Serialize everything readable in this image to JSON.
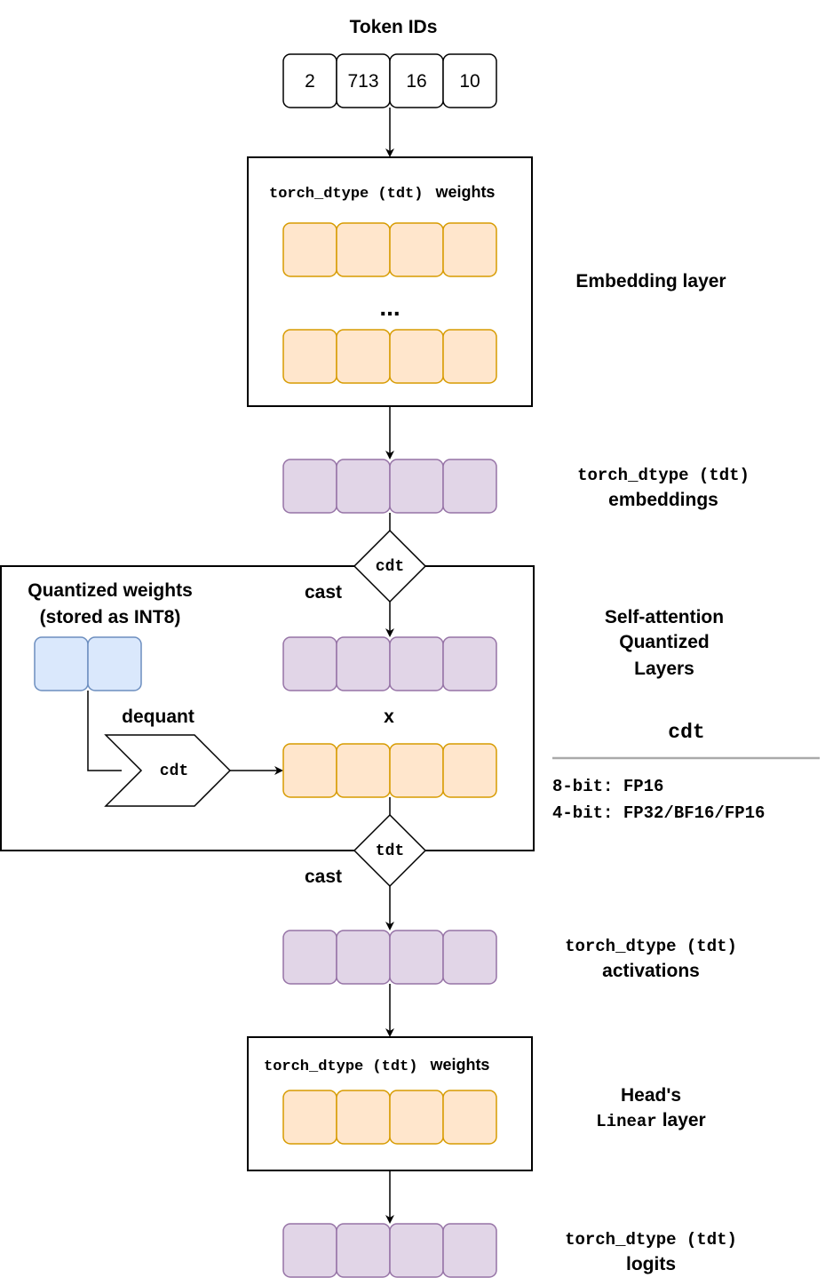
{
  "token_ids": {
    "title": "Token IDs",
    "values": [
      "2",
      "713",
      "16",
      "10"
    ]
  },
  "embedding": {
    "box_label_code": "torch_dtype (tdt)",
    "box_label_text": "weights",
    "ellipsis": "...",
    "side_label": "Embedding layer"
  },
  "embeddings_out": {
    "label_code": "torch_dtype (tdt)",
    "label_text": "embeddings"
  },
  "attention": {
    "cast_in_diamond": "cdt",
    "cast_in_label": "cast",
    "quant_label_line1": "Quantized weights",
    "quant_label_line2": "(stored as INT8)",
    "dequant_label": "dequant",
    "dequant_shape": "cdt",
    "multiply": "x",
    "cast_out_diamond": "tdt",
    "cast_out_label": "cast",
    "side_label_line1": "Self-attention",
    "side_label_line2": "Quantized",
    "side_label_line3": "Layers"
  },
  "cdt_legend": {
    "title": "cdt",
    "line1": "8-bit: FP16",
    "line2": "4-bit: FP32/BF16/FP16"
  },
  "activations_out": {
    "label_code": "torch_dtype (tdt)",
    "label_text": "activations"
  },
  "head": {
    "box_label_code": "torch_dtype (tdt)",
    "box_label_text": "weights",
    "side_label_line1": "Head's",
    "side_label_code": "Linear",
    "side_label_text": "layer"
  },
  "logits_out": {
    "label_code": "torch_dtype (tdt)",
    "label_text": "logits"
  },
  "colors": {
    "weight_fill": "#ffe6cc",
    "weight_stroke": "#d79b00",
    "activation_fill": "#e1d5e7",
    "activation_stroke": "#9673a6",
    "int8_fill": "#dae8fc",
    "int8_stroke": "#6c8ebf",
    "line": "#000000"
  }
}
